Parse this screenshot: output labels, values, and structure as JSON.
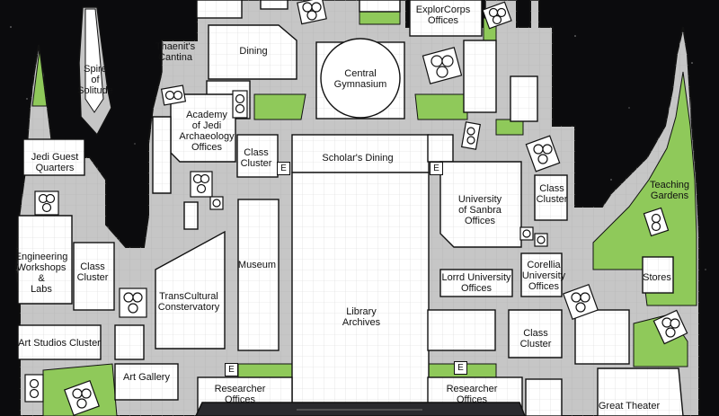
{
  "colors": {
    "space": "#0b0b0d",
    "floor": "#c6c6c6",
    "room": "#ffffff",
    "garden": "#8fc95a",
    "wall": "#111111",
    "grid": "#b8b8b8"
  },
  "rooms": {
    "explorcorps": "ExplorCorps\nOffices",
    "thaenits": "Thaenit's\nCantina",
    "dining": "Dining",
    "central_gymnasium": "Central\nGymnasium",
    "spire": "Spire\nof\nSolitude",
    "academy": "Academy\nof Jedi\nArchaeology\nOffices",
    "class_cluster_a": "Class\nCluster",
    "scholars_dining": "Scholar's Dining",
    "jedi_guest": "Jedi Guest\nQuarters",
    "university_sanbra": "University\nof Sanbra\nOffices",
    "class_cluster_b": "Class\nCluster",
    "teaching_gardens": "Teaching\nGardens",
    "engineering": "Engineering\nWorkshops\n&\nLabs",
    "class_cluster_c": "Class\nCluster",
    "museum": "Museum",
    "transcultural": "TransCultural\nConstervatory",
    "lorrd": "Lorrd University\nOffices",
    "corellia": "Corellia\nUniversity\nOffices",
    "stores": "Stores",
    "library": "Library\nArchives",
    "class_cluster_d": "Class\nCluster",
    "art_studios": "Art Studios Cluster",
    "art_gallery": "Art Gallery",
    "researcher_left": "Researcher\nOffices",
    "researcher_right": "Researcher\nOffices",
    "great_theater": "Great Theater"
  },
  "elevator": "E"
}
